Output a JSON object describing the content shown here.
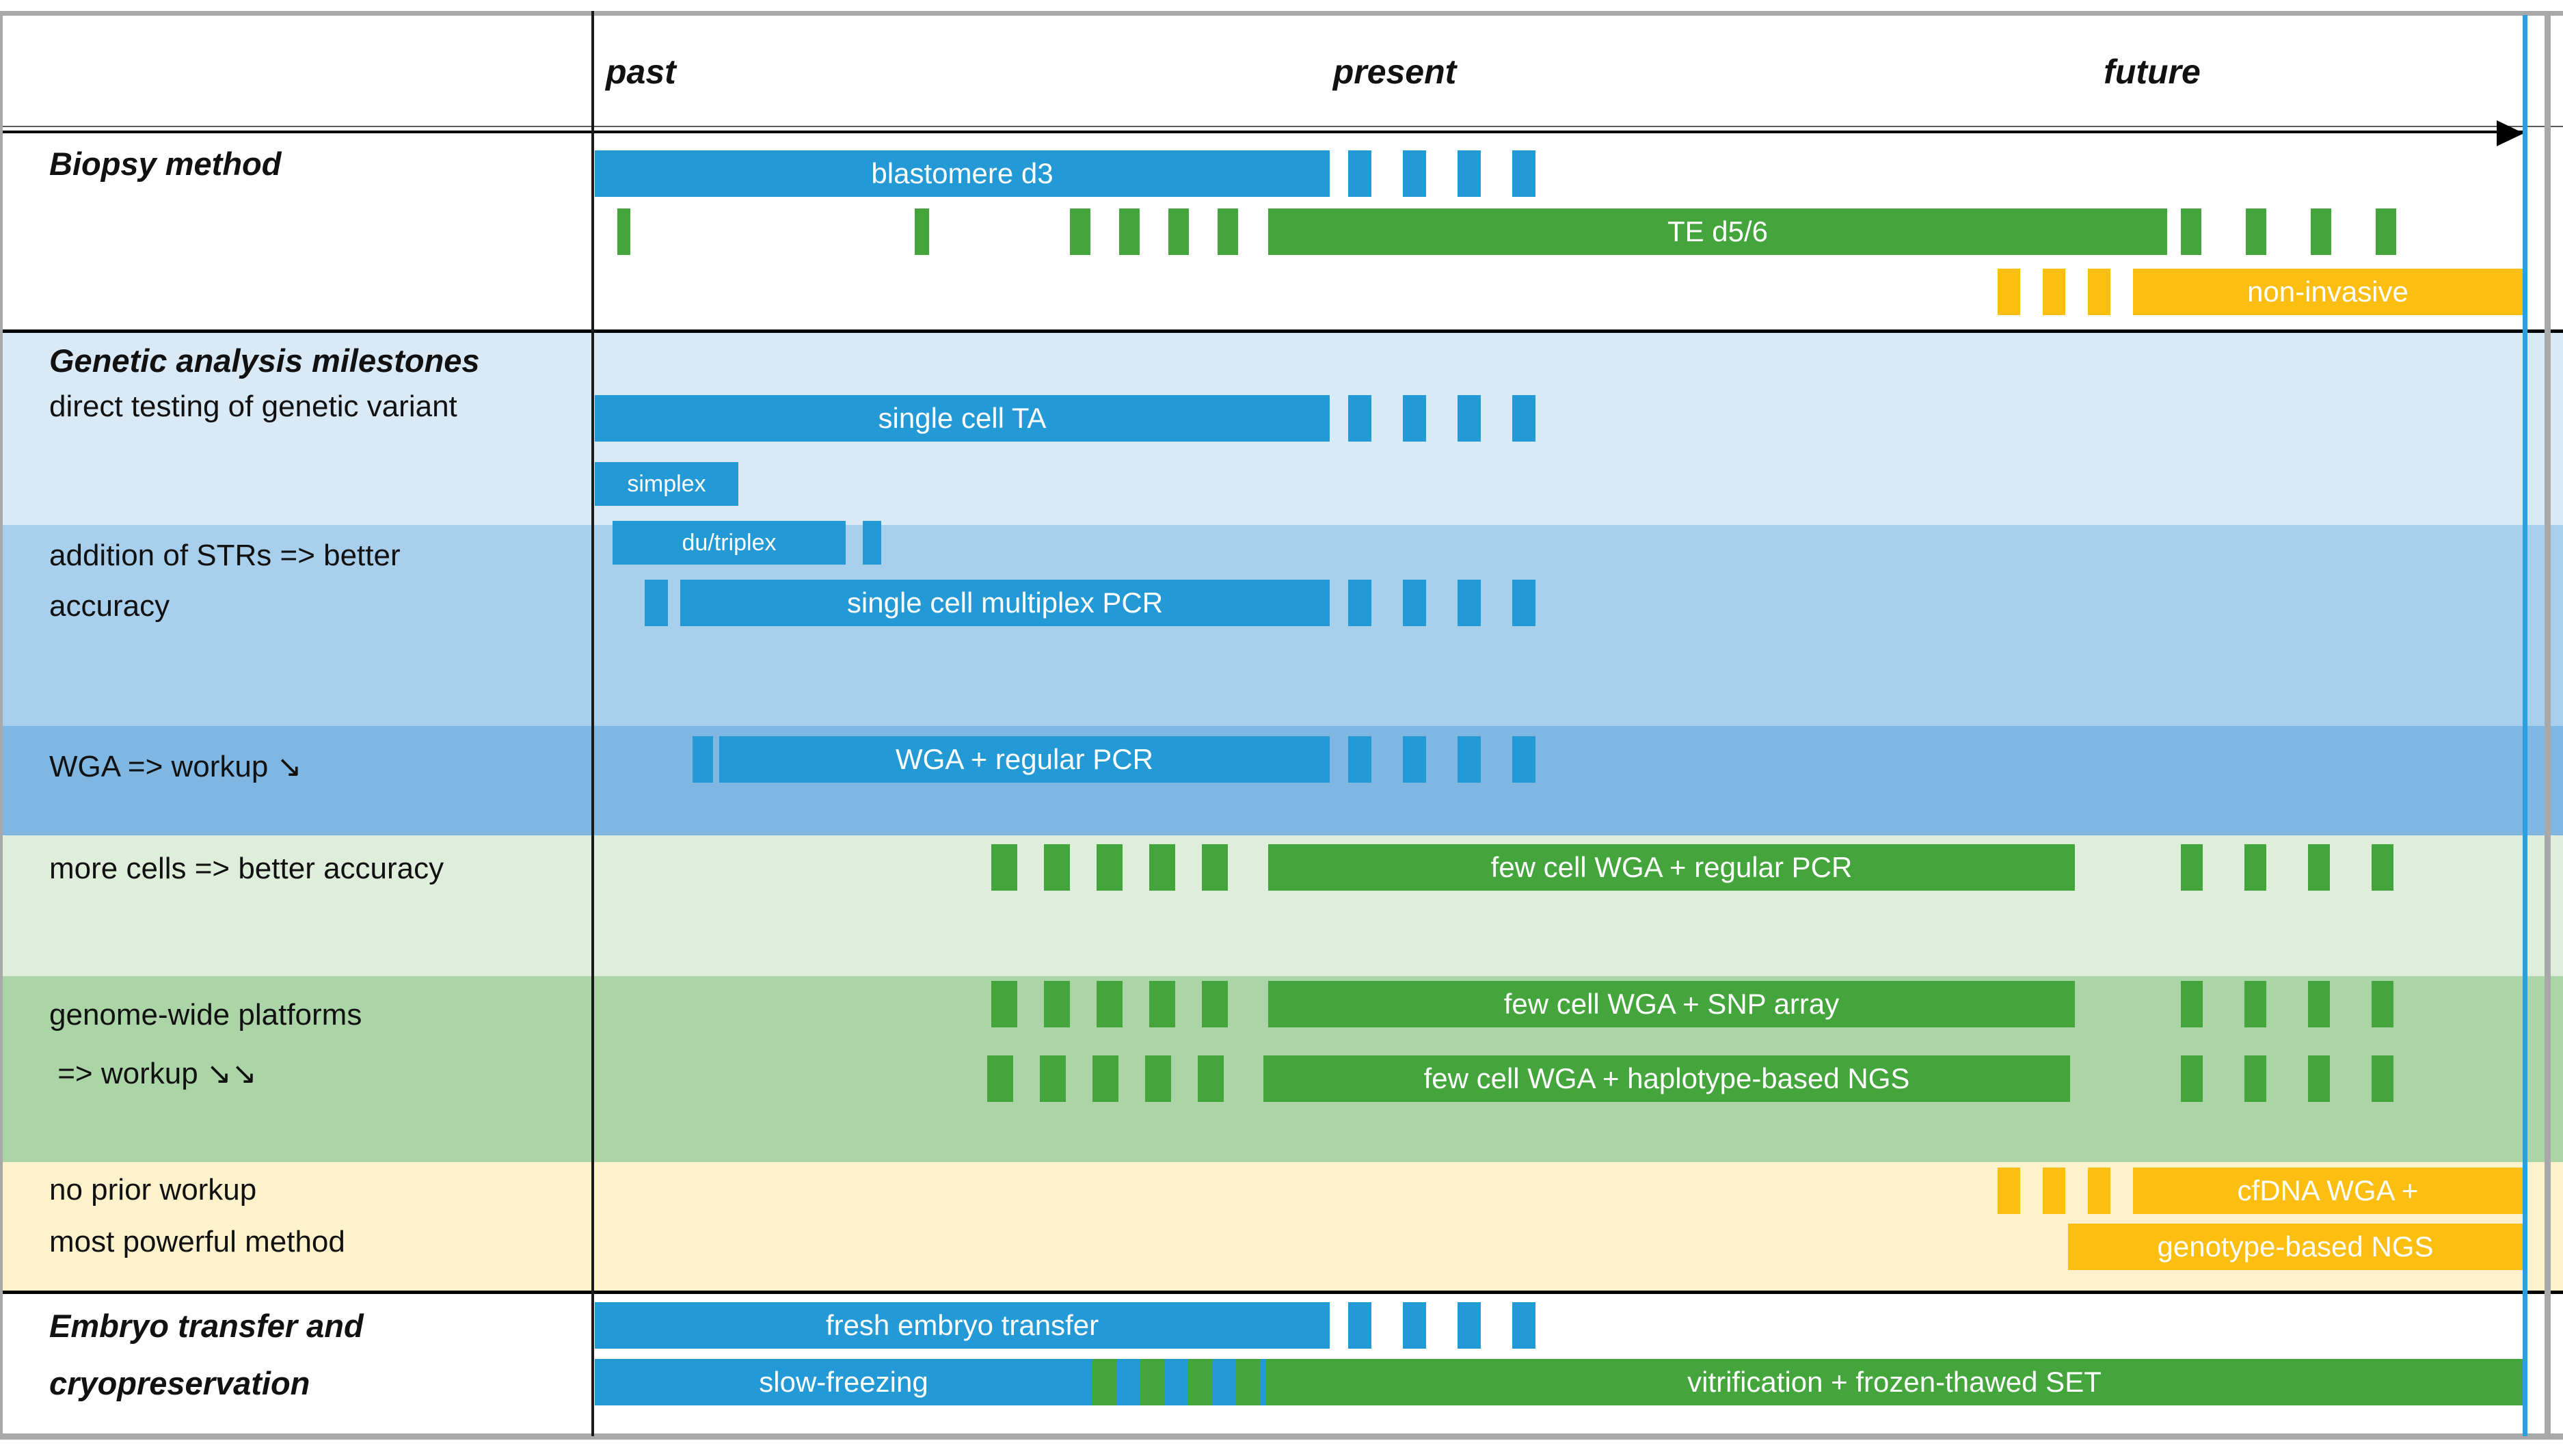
{
  "header": {
    "past": "past",
    "present": "present",
    "future": "future"
  },
  "sections": {
    "biopsy_title": "Biopsy method",
    "milestones_title": "Genetic analysis milestones",
    "transfer_title_1": "Embryo transfer and",
    "transfer_title_2": "cryopreservation"
  },
  "row_labels": {
    "direct_testing": "direct testing of genetic variant",
    "strs_1": "addition of STRs => better",
    "strs_2": "accuracy",
    "wga_workup": "WGA => workup ↘",
    "more_cells": "more cells => better accuracy",
    "genome_wide_1": "genome-wide platforms",
    "genome_wide_2": " => workup ↘↘",
    "no_prior_1": "no prior workup",
    "no_prior_2": "most powerful method"
  },
  "bars": {
    "blastomere": "blastomere d3",
    "te": "TE d5/6",
    "non_invasive": "non-invasive",
    "single_cell_ta": "single cell TA",
    "simplex": "simplex",
    "du_triplex": "du/triplex",
    "multiplex": "single cell multiplex PCR",
    "wga_pcr": "WGA + regular PCR",
    "few_cell_pcr": "few cell WGA + regular PCR",
    "few_cell_snp": "few cell WGA + SNP array",
    "few_cell_ngs": "few cell WGA + haplotype-based NGS",
    "cfdna": "cfDNA WGA +",
    "genotype_ngs": "genotype-based NGS",
    "fresh": "fresh embryo transfer",
    "slow": "slow-freezing",
    "vitrification": "vitrification + frozen-thawed SET"
  },
  "colors": {
    "bar_blue": "#2399d5",
    "bar_green": "#44a53c",
    "bar_yellow": "#fdbe12",
    "band_light_blue": "#d9e9f5",
    "band_medium_blue": "#a8cfeb",
    "band_dark_blue": "#7fb7e2",
    "band_light_green": "#dfeeda",
    "band_medium_green": "#abd5a6",
    "band_yellow": "#fdf2cc",
    "axis_line": "#000000",
    "frame_gray": "#a9a9a9",
    "right_timeline_line": "#29a0e0"
  }
}
